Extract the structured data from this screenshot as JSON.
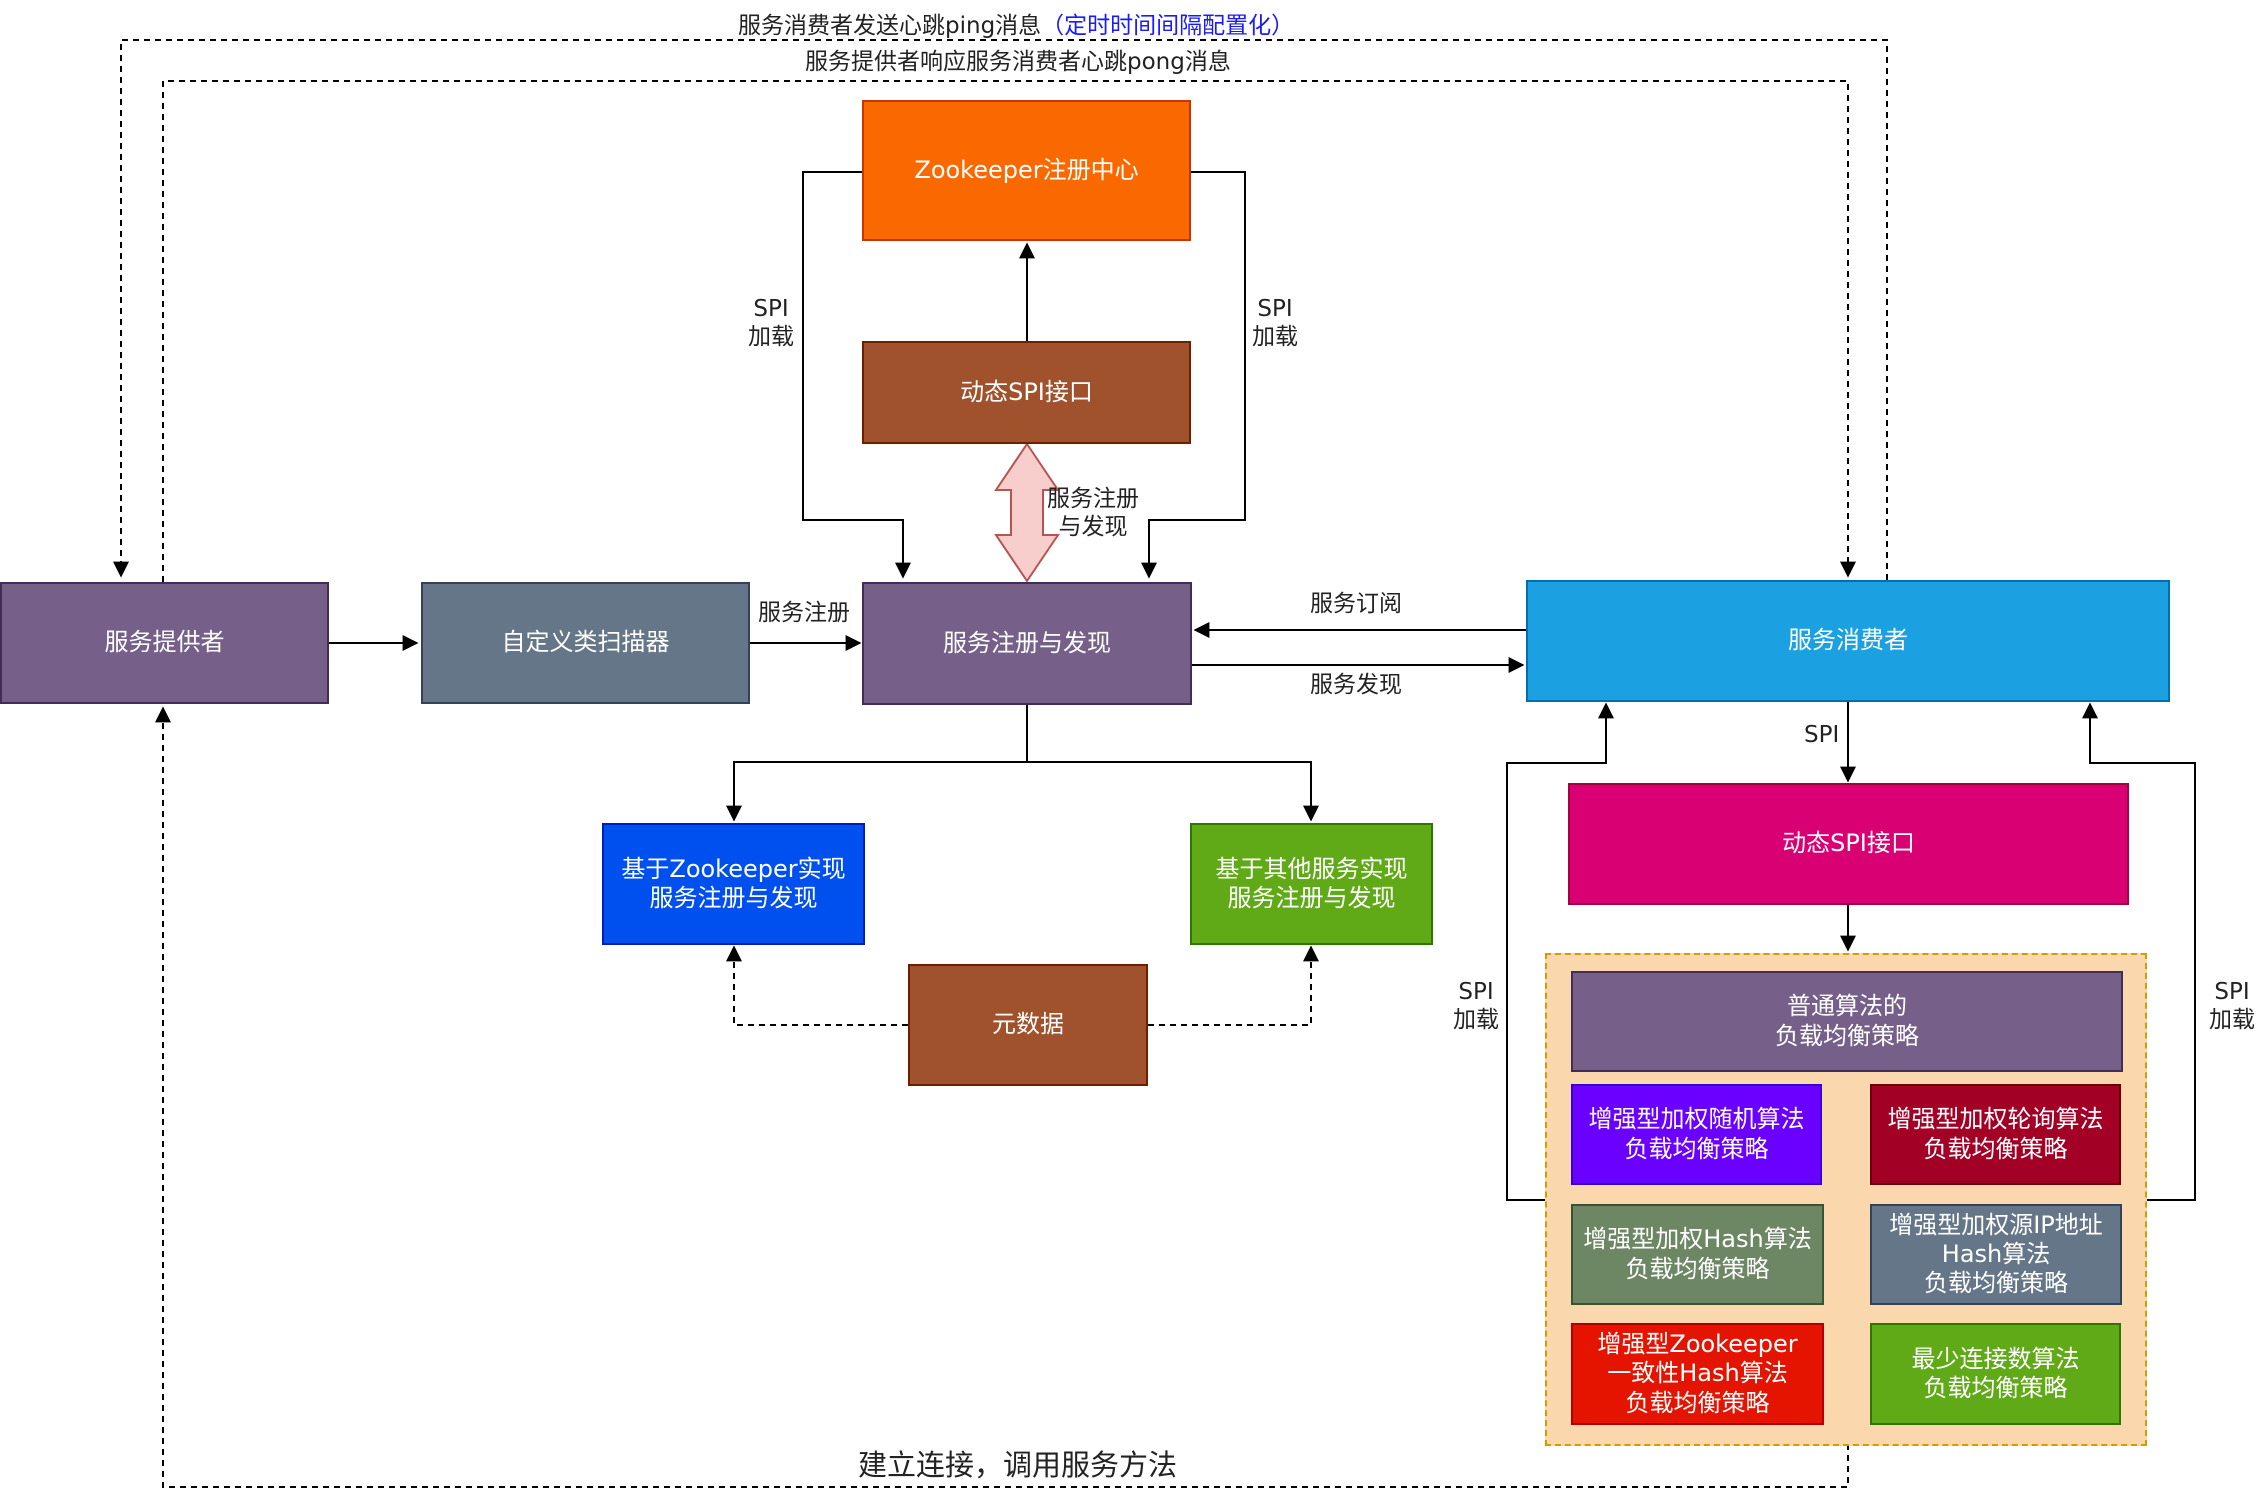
{
  "heartbeat": {
    "ping_label": "服务消费者发送心跳ping消息",
    "ping_note": "（定时时间间隔配置化）",
    "pong_label": "服务提供者响应服务消费者心跳pong消息"
  },
  "nodes": {
    "zookeeper": "Zookeeper注册中心",
    "dynamic_spi_top": "动态SPI接口",
    "provider": "服务提供者",
    "scanner": "自定义类扫描器",
    "registry": "服务注册与发现",
    "consumer": "服务消费者",
    "dynamic_spi_right": "动态SPI接口",
    "zk_impl": "基于Zookeeper实现\n服务注册与发现",
    "other_impl": "基于其他服务实现\n服务注册与发现",
    "metadata": "元数据"
  },
  "strategies": [
    {
      "key": "normal",
      "label": "普通算法的\n负载均衡策略",
      "color": "#76608a"
    },
    {
      "key": "weighted-random",
      "label": "增强型加权随机算法\n负载均衡策略",
      "color": "#6a00ff"
    },
    {
      "key": "weighted-round-robin",
      "label": "增强型加权轮询算法\n负载均衡策略",
      "color": "#a20025"
    },
    {
      "key": "weighted-hash",
      "label": "增强型加权Hash算法\n负载均衡策略",
      "color": "#6d8764"
    },
    {
      "key": "weighted-source-ip-hash",
      "label": "增强型加权源IP地址\nHash算法\n负载均衡策略",
      "color": "#647687"
    },
    {
      "key": "zk-consistent-hash",
      "label": "增强型Zookeeper\n一致性Hash算法\n负载均衡策略",
      "color": "#e51400"
    },
    {
      "key": "least-connections",
      "label": "最少连接数算法\n负载均衡策略",
      "color": "#60a917"
    }
  ],
  "edge_labels": {
    "spi_load_left": "SPI\n加载",
    "spi_load_right": "SPI\n加载",
    "register_discover": "服务注册\n与发现",
    "register": "服务注册",
    "subscribe": "服务订阅",
    "discover": "服务发现",
    "spi": "SPI",
    "spi_load_lb_left": "SPI\n加载",
    "spi_load_lb_right": "SPI\n加载",
    "connect": "建立连接，调用服务方法"
  },
  "colors": {
    "zookeeper": "#fa6800",
    "dynamic_spi_top": "#a0522d",
    "provider": "#76608a",
    "scanner": "#647687",
    "registry": "#76608a",
    "consumer": "#1ba1e2",
    "dynamic_spi_right": "#d80073",
    "zk_impl": "#0050ef",
    "other_impl": "#60a917",
    "metadata": "#a0522d",
    "container_fill": "#fad7ac",
    "double_arrow_fill": "#f8cecc"
  }
}
